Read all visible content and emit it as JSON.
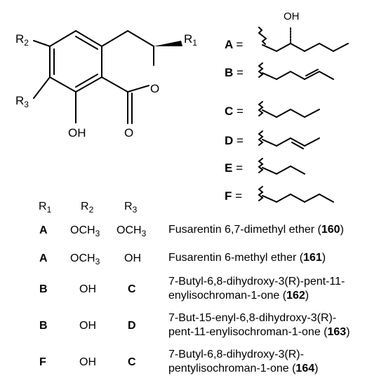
{
  "structure": {
    "r1": "R",
    "r1_sub": "1",
    "r2": "R",
    "r2_sub": "2",
    "r3": "R",
    "r3_sub": "3",
    "oh": "OH",
    "ring_o": "O",
    "carbonyl_o": "O",
    "side_oh": "OH"
  },
  "substituents": [
    {
      "key": "A",
      "eq": "="
    },
    {
      "key": "B",
      "eq": "="
    },
    {
      "key": "C",
      "eq": "="
    },
    {
      "key": "D",
      "eq": "="
    },
    {
      "key": "E",
      "eq": "="
    },
    {
      "key": "F",
      "eq": "="
    }
  ],
  "table": {
    "headers": [
      {
        "base": "R",
        "sub": "1"
      },
      {
        "base": "R",
        "sub": "2"
      },
      {
        "base": "R",
        "sub": "3"
      }
    ],
    "rows": [
      {
        "r1": "A",
        "r2": "OCH",
        "r2_sub": "3",
        "r3": "OCH",
        "r3_sub": "3",
        "line1": "Fusarentin 6,7-dimethyl ether (",
        "num": "160",
        "line1_end": ")",
        "line2": "",
        "num2": "",
        "end2": ""
      },
      {
        "r1": "A",
        "r2": "OCH",
        "r2_sub": "3",
        "r3": "OH",
        "r3_sub": "",
        "line1": "Fusarentin 6-methyl ether (",
        "num": "161",
        "line1_end": ")",
        "line2": "",
        "num2": "",
        "end2": ""
      },
      {
        "r1": "B",
        "r2": "OH",
        "r2_sub": "",
        "r3": "C",
        "r3_sub": "",
        "line1": "7-Butyl-6,8-dihydroxy-3(R)-pent-11-",
        "num": "",
        "line1_end": "",
        "line2": "enylisochroman-1-one (",
        "num2": "162",
        "end2": ")"
      },
      {
        "r1": "B",
        "r2": "OH",
        "r2_sub": "",
        "r3": "D",
        "r3_sub": "",
        "line1": "7-But-15-enyl-6,8-dihydroxy-3(R)-",
        "num": "",
        "line1_end": "",
        "line2": "pent-11-enylisochroman-1-one (",
        "num2": "163",
        "end2": ")"
      },
      {
        "r1": "F",
        "r2": "OH",
        "r2_sub": "",
        "r3": "C",
        "r3_sub": "",
        "line1": "7-Butyl-6,8-dihydroxy-3(R)-",
        "num": "",
        "line1_end": "",
        "line2": "pentylisochroman-1-one (",
        "num2": "164",
        "end2": ")"
      }
    ]
  }
}
